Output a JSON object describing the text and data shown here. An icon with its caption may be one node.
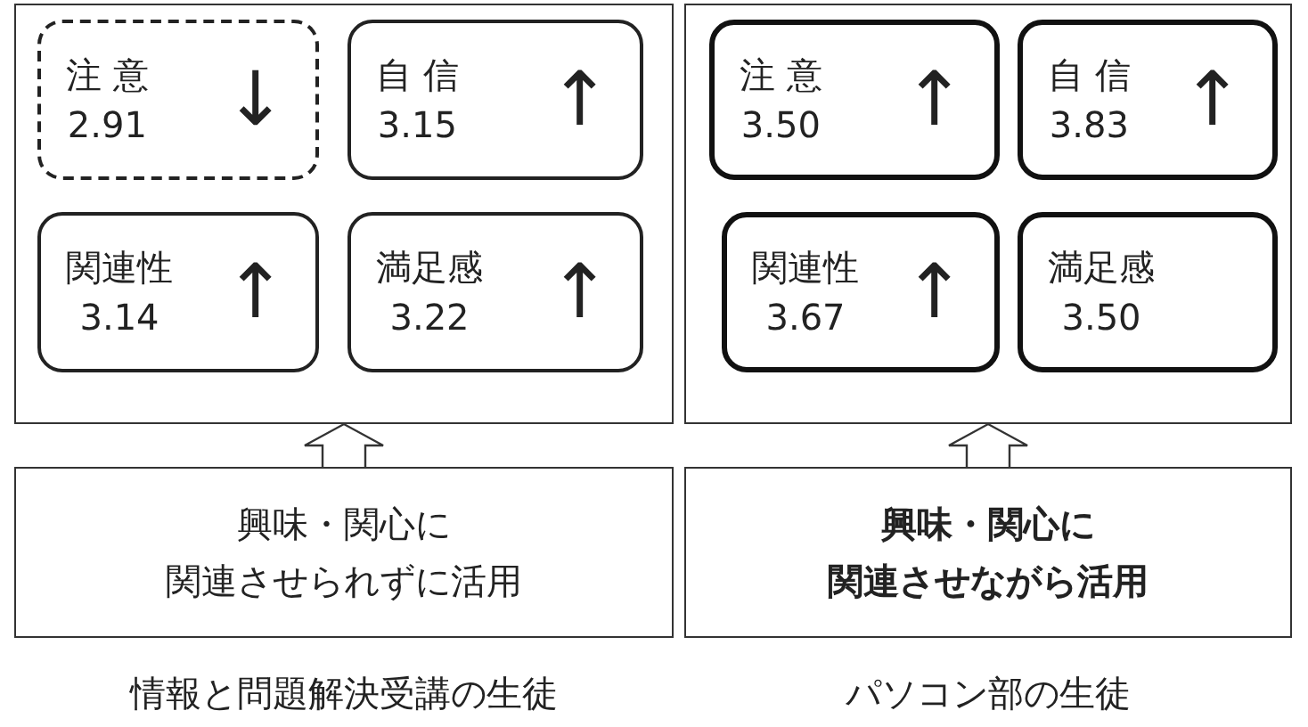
{
  "diagram": {
    "nodes": [
      {
        "text": [],
        "shape": "box"
      },
      {
        "text": [
          "注 意",
          "2.91",
          "↓"
        ],
        "in": 0
      },
      {
        "text": [
          "自 信",
          "3.15",
          "↑"
        ],
        "in": 0
      },
      {
        "text": [
          "関連性",
          "3.14",
          "↑"
        ],
        "in": 0
      },
      {
        "text": [
          "満足感",
          "3.22",
          "↑"
        ],
        "in": 0
      },
      {
        "text": [
          "興味・関心に関連させられずに活用"
        ]
      },
      {
        "text": [],
        "shape": "box"
      },
      {
        "text": [
          "注 意",
          "3.50",
          "↑"
        ],
        "in": 6
      },
      {
        "text": [
          "自 信",
          "3.83",
          "↑"
        ],
        "in": 6
      },
      {
        "text": [
          "関連性",
          "3.67",
          "↑"
        ],
        "in": 6
      },
      {
        "text": [
          "満足感",
          "3.50"
        ],
        "in": 6
      },
      {
        "text": [
          "興味・関心に関連させながら活用"
        ]
      }
    ],
    "edges": [
      {
        "from": 5,
        "to": 0,
        "arrow": "to"
      },
      {
        "from": 11,
        "to": 6,
        "arrow": "to"
      }
    ],
    "labels": [
      "情報と問題解決受講の生徒",
      "パソコン部の生徒"
    ]
  }
}
